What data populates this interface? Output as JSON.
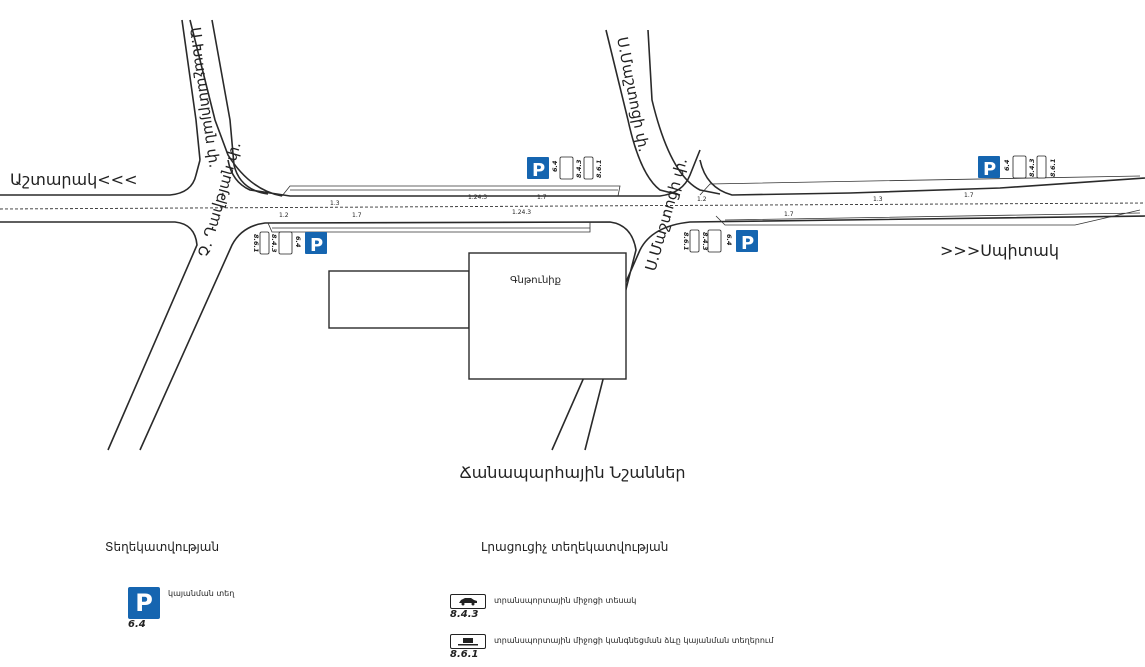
{
  "map": {
    "streets": {
      "ashtarak_dir": "Աշտարակ<<<",
      "sapitak_dir": ">>>Սպիտակ",
      "north_left": "Ա.Խաչատրյան փ.",
      "south_left": "Չ. Դավթյան փ.",
      "north_right": "Ս.Մաշտոցի փ.",
      "south_right": "Ս.Մաշտոցի փ."
    },
    "building_label": "Գնթունիք",
    "markings": [
      "1.2",
      "1.3",
      "1.7",
      "1.24.3"
    ],
    "sign_codes": {
      "p": "6.4",
      "car": "8.4.3",
      "bus": "8.6.1"
    },
    "p_letter": "P"
  },
  "legend": {
    "title": "Ճանապարհային Նշաններ",
    "left_heading": "Տեղեկատվության",
    "right_heading": "Լրացուցիչ տեղեկատվության",
    "items": [
      {
        "code": "6.4",
        "text": "կայանման տեղ",
        "icon": "parking-icon"
      },
      {
        "code": "8.4.3",
        "text": "տրանսպորտային միջոցի տեսակ",
        "icon": "car-icon"
      },
      {
        "code": "8.6.1",
        "text": "տրանսպորտային միջոցի կանգնեցման ձևը կայանման տեղերում",
        "icon": "vehicle-position-icon"
      }
    ],
    "colors": {
      "sign_blue": "#1565b0"
    }
  }
}
